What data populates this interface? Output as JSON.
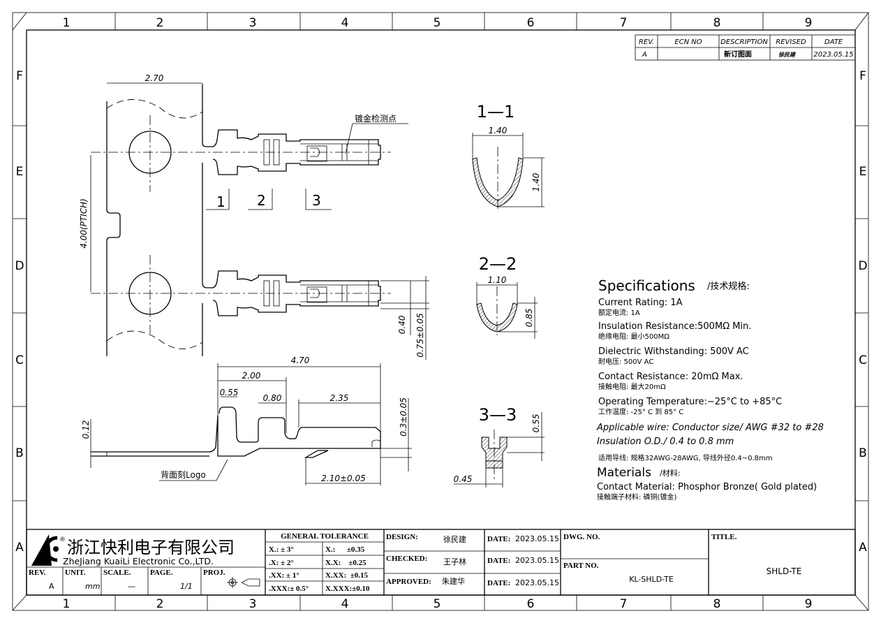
{
  "grid": {
    "columns": [
      "1",
      "2",
      "3",
      "4",
      "5",
      "6",
      "7",
      "8",
      "9"
    ],
    "rows": [
      "F",
      "E",
      "D",
      "C",
      "B",
      "A"
    ]
  },
  "revision_block": {
    "headers": [
      "REV.",
      "ECN NO",
      "DESCRIPTION",
      "REVISED",
      "DATE"
    ],
    "rows": [
      [
        "A",
        "",
        "新订图面",
        "徐民建",
        "2023.05.15"
      ]
    ]
  },
  "drawing": {
    "dims": {
      "width": "2.70",
      "pitch": "4.00(PTICH)",
      "plating_point": "镀金检测点",
      "sec1": "1",
      "sec2": "2",
      "sec3": "3",
      "h040": "0.40",
      "h075": "0.75±0.05",
      "total": "4.70",
      "d200": "2.00",
      "d055": "0.55",
      "d080": "0.80",
      "d235": "2.35",
      "d012": "0.12",
      "d03": "0.3±0.05",
      "d210": "2.10±0.05",
      "logo": "背面刻Logo"
    },
    "sections": {
      "s1": {
        "label": "1—1",
        "w": "1.40",
        "h": "1.40"
      },
      "s2": {
        "label": "2—2",
        "w": "1.10",
        "h": "0.85"
      },
      "s3": {
        "label": "3—3",
        "h": "0.55",
        "w": "0.45"
      }
    }
  },
  "specifications": {
    "title": "Specifications",
    "title_cn": "/技术规格:",
    "items": [
      {
        "en": "Current Rating:  1A",
        "cn": "额定电流: 1A"
      },
      {
        "en": "Insulation Resistance:500MΩ  Min.",
        "cn": "绝缘电阻: 最小500MΩ"
      },
      {
        "en": "Dielectric Withstanding:  500V AC",
        "cn": "耐电压: 500V AC"
      },
      {
        "en": "Contact Resistance:  20mΩ  Max.",
        "cn": "接触电阻: 最大20mΩ"
      },
      {
        "en": "Operating Temperature:−25°C to +85°C",
        "cn": "工作温度: -25° C 到 85° C"
      }
    ],
    "wire1": "Applicable wire: Conductor size/ AWG #32 to #28",
    "wire2": "Insulation O.D./ 0.4 to 0.8 mm",
    "wire_cn": "适用导线: 规格32AWG-28AWG, 导线外径0.4~0.8mm",
    "materials_title": "Materials",
    "materials_title_cn": "/材料:",
    "material": "Contact Material: Phosphor Bronze( Gold plated)",
    "material_cn": "接触端子材料: 磷铜(镀金)"
  },
  "title_block": {
    "company_cn": "浙江快利电子有限公司",
    "company_en": "ZheJiang KuaiLi Electronic Co.,LTD.",
    "rev_label": "REV.",
    "rev": "A",
    "unit_label": "UNIT.",
    "unit": "mm",
    "scale_label": "SCALE.",
    "scale": "—",
    "page_label": "PAGE.",
    "page": "1/1",
    "proj_label": "PROJ.",
    "tolerance_title": "GENERAL  TOLERANCE",
    "tol_angle": [
      "X.: ± 3°",
      ".X: ± 2°",
      ".XX: ± 1°",
      ".XXX:± 0.5°"
    ],
    "tol_linear": [
      "X.:      ±0.35",
      "X.X:    ±0.25",
      "X.XX:  ±0.15",
      "X.XXX:±0.10"
    ],
    "design_label": "DESIGN:",
    "design": "徐民建",
    "checked_label": "CHECKED:",
    "checked": "王子林",
    "approved_label": "APPROVED:",
    "approved": "朱建华",
    "date_label": "DATE:",
    "dates": [
      "2023.05.15",
      "2023.05.15",
      "2023.05.15"
    ],
    "dwg_label": "DWG. NO.",
    "part_label": "PART NO.",
    "part": "KL-SHLD-TE",
    "title_label": "TITLE.",
    "title": "SHLD-TE"
  }
}
